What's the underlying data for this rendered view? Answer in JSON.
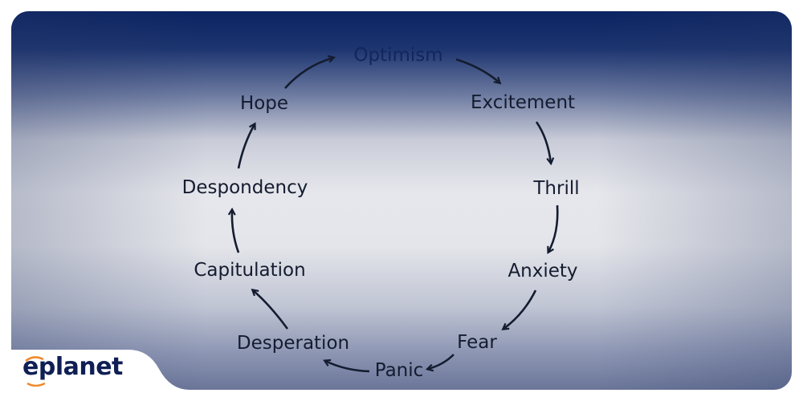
{
  "cycle": {
    "stages": [
      "Optimism",
      "Excitement",
      "Thrill",
      "Anxiety",
      "Fear",
      "Panic",
      "Desperation",
      "Capitulation",
      "Despondency",
      "Hope"
    ]
  },
  "brand": {
    "logo_text": "eplanet",
    "logo_color": "#0f1f55",
    "accent": "#f08a2c"
  },
  "colors": {
    "header": "#0b2462",
    "text": "#141c30"
  }
}
